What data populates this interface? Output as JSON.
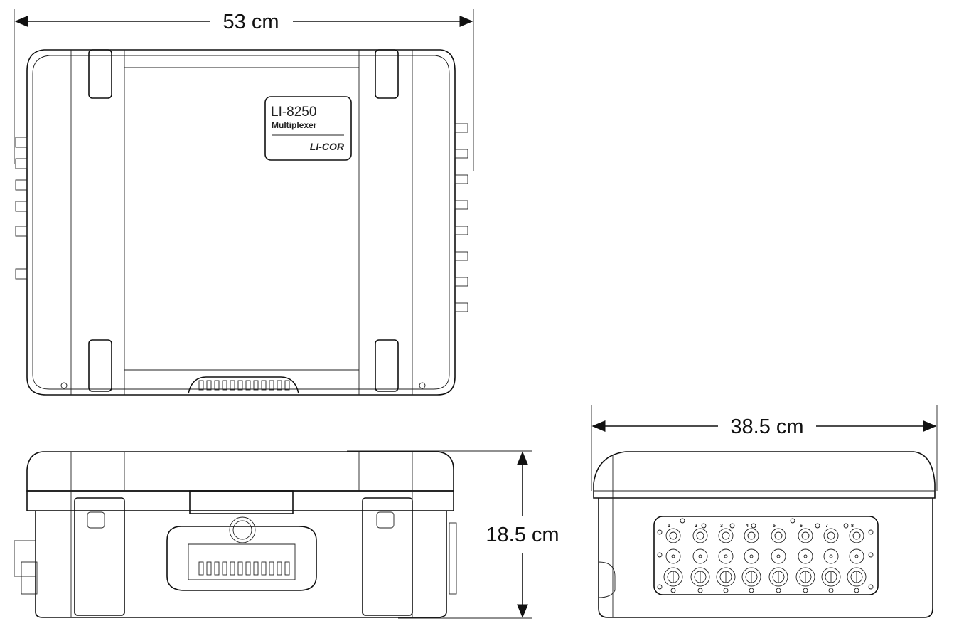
{
  "title_label": {
    "model": "LI-8250",
    "name": "Multiplexer",
    "brand": "LI-COR"
  },
  "dimensions": {
    "width": "53 cm",
    "height": "18.5 cm",
    "depth": "38.5 cm"
  },
  "port_numbers": [
    "1",
    "2",
    "3",
    "4",
    "5",
    "6",
    "7",
    "8"
  ]
}
